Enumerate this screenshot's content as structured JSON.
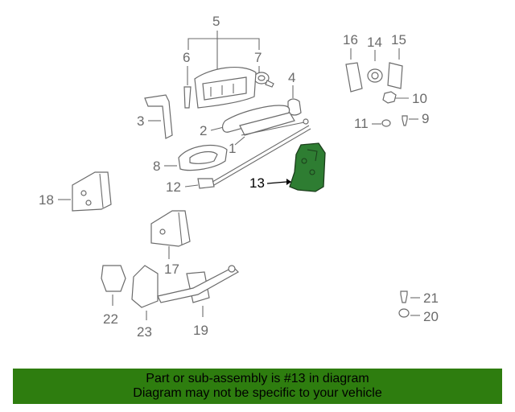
{
  "callouts": {
    "c1": "1",
    "c2": "2",
    "c3": "3",
    "c4": "4",
    "c5": "5",
    "c6": "6",
    "c7": "7",
    "c8": "8",
    "c9": "9",
    "c10": "10",
    "c11": "11",
    "c12": "12",
    "c13": "13",
    "c14": "14",
    "c15": "15",
    "c16": "16",
    "c17": "17",
    "c18": "18",
    "c19": "19",
    "c20": "20",
    "c21": "21",
    "c22": "22",
    "c23": "23"
  },
  "highlighted_part": "13",
  "colors": {
    "highlight_fill": "#2e7d32",
    "banner_bg": "#2e7d0f",
    "line_art": "#6b6b6b"
  },
  "banner": {
    "line1": "Part or sub-assembly is #13 in diagram",
    "line2": "Diagram may not be specific to your vehicle"
  }
}
